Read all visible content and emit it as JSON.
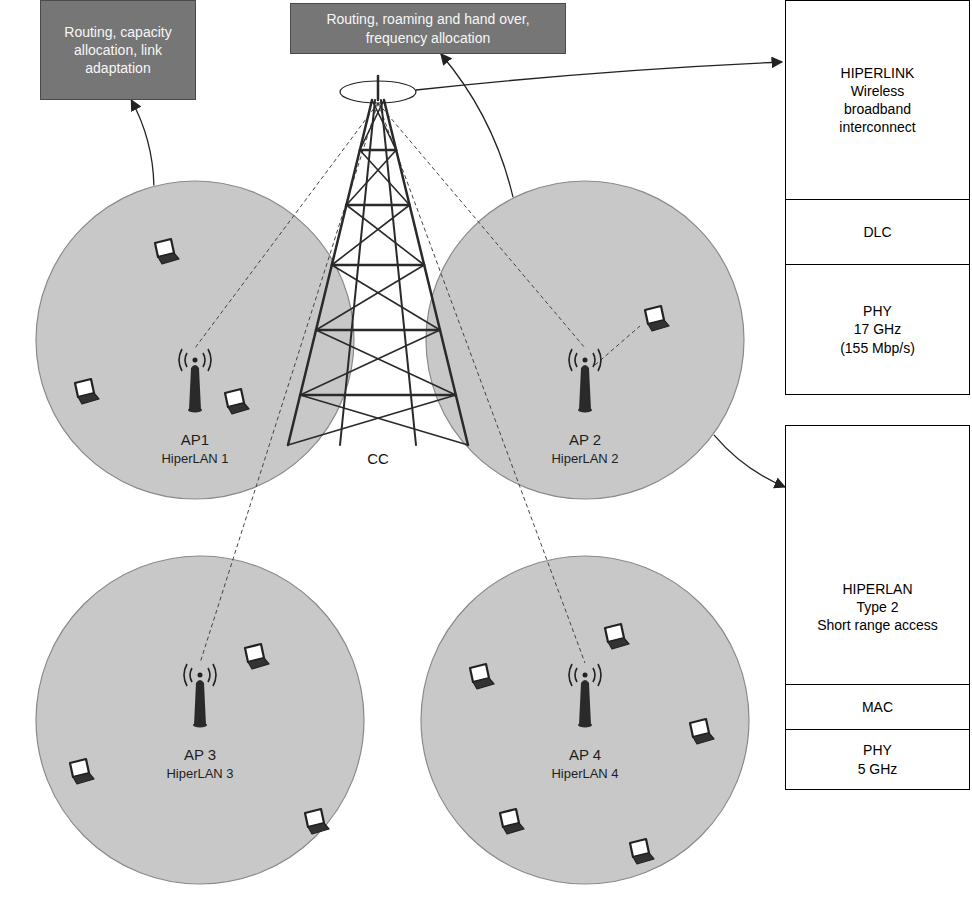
{
  "diagram": {
    "nodes": [
      {
        "text": [
          "Routing, capacity allocation, link adaptation"
        ]
      },
      {
        "text": [
          "Routing, roaming and hand over, frequency allocation"
        ]
      },
      {
        "text": [
          "HIPERLINK",
          "Wireless broadband interconnect"
        ]
      },
      {
        "text": [
          "DLC"
        ]
      },
      {
        "text": [
          "PHY",
          "17 GHz",
          "(155 Mbp/s)"
        ]
      },
      {
        "text": [
          "HIPERLAN",
          "Type 2",
          "Short range access"
        ]
      },
      {
        "text": [
          "MAC"
        ]
      },
      {
        "text": [
          "PHY",
          "5 GHz"
        ]
      },
      {
        "text": [
          "AP1",
          "HiperLAN 1"
        ]
      },
      {
        "text": [
          "AP 2",
          "HiperLAN 2"
        ]
      },
      {
        "text": [
          "AP 3",
          "HiperLAN 3"
        ]
      },
      {
        "text": [
          "AP 4",
          "HiperLAN 4"
        ]
      }
    ],
    "edges": [
      {
        "from": 8,
        "to": 0,
        "arrow": "to"
      },
      {
        "from": 9,
        "to": 1,
        "arrow": "to"
      },
      {
        "from": 9,
        "to": 5,
        "arrow": "to"
      }
    ],
    "labels": [
      "CC"
    ]
  }
}
